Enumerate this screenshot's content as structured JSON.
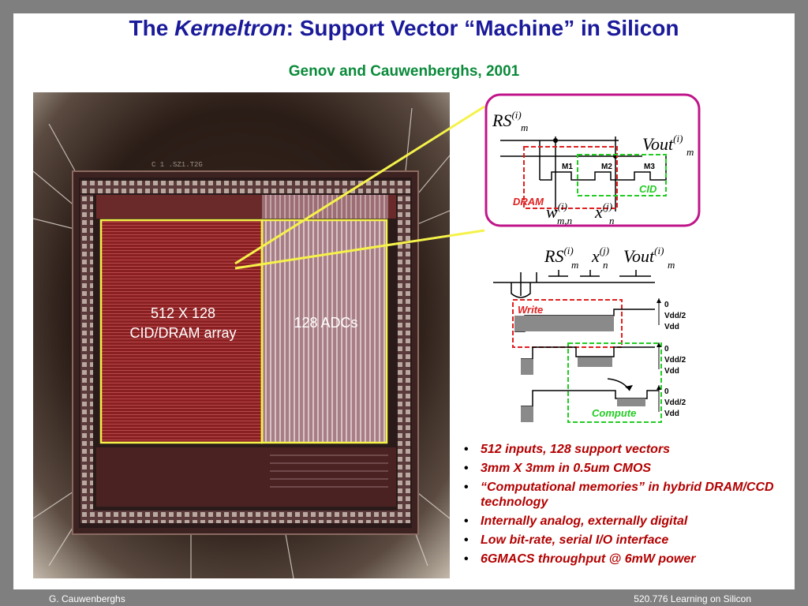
{
  "slide": {
    "title_prefix": "The ",
    "title_italic": "Kerneltron",
    "title_suffix": ": Support Vector “Machine” in Silicon",
    "subtitle": "Genov and Cauwenberghs, 2001"
  },
  "die_photo": {
    "array_label_line1": "512 X 128",
    "array_label_line2": "CID/DRAM array",
    "adc_label": "128 ADCs",
    "die_marking": "C  1 .SZ1.T2G"
  },
  "circuit": {
    "rs_label": "RS",
    "rs_sup": "(i)",
    "rs_sub": "m",
    "vout_label": "Vout",
    "vout_sup": "(i)",
    "vout_sub": "m",
    "m1": "M1",
    "m2": "M2",
    "m3": "M3",
    "cid": "CID",
    "dram": "DRAM",
    "w_label": "w",
    "w_sup": "(i)",
    "w_sub": "m,n",
    "x_label": "x",
    "x_sup": "(j)",
    "x_sub": "n"
  },
  "timing": {
    "rs_label": "RS",
    "rs_sup": "(i)",
    "rs_sub": "m",
    "x_label": "x",
    "x_sup": "(j)",
    "x_sub": "n",
    "vout_label": "Vout",
    "vout_sup": "(i)",
    "vout_sub": "m",
    "write_label": "Write",
    "compute_label": "Compute",
    "level_0": "0",
    "level_half": "Vdd/2",
    "level_vdd": "Vdd"
  },
  "bullets": [
    "512 inputs, 128 support vectors",
    "3mm X 3mm in 0.5um CMOS",
    "“Computational memories” in hybrid DRAM/CCD technology",
    "Internally analog, externally digital",
    "Low bit-rate, serial I/O interface",
    "6GMACS throughput @ 6mW power"
  ],
  "footer": {
    "left": "G. Cauwenberghs",
    "right": "520.776 Learning on Silicon"
  },
  "colors": {
    "title": "#1a1a9a",
    "subtitle": "#0a8a3a",
    "bullet_text": "#b30000",
    "highlight_box": "#f5f24a",
    "callout_border": "#c0158a",
    "dram_box": "#e02020",
    "cid_box": "#22cc22"
  }
}
